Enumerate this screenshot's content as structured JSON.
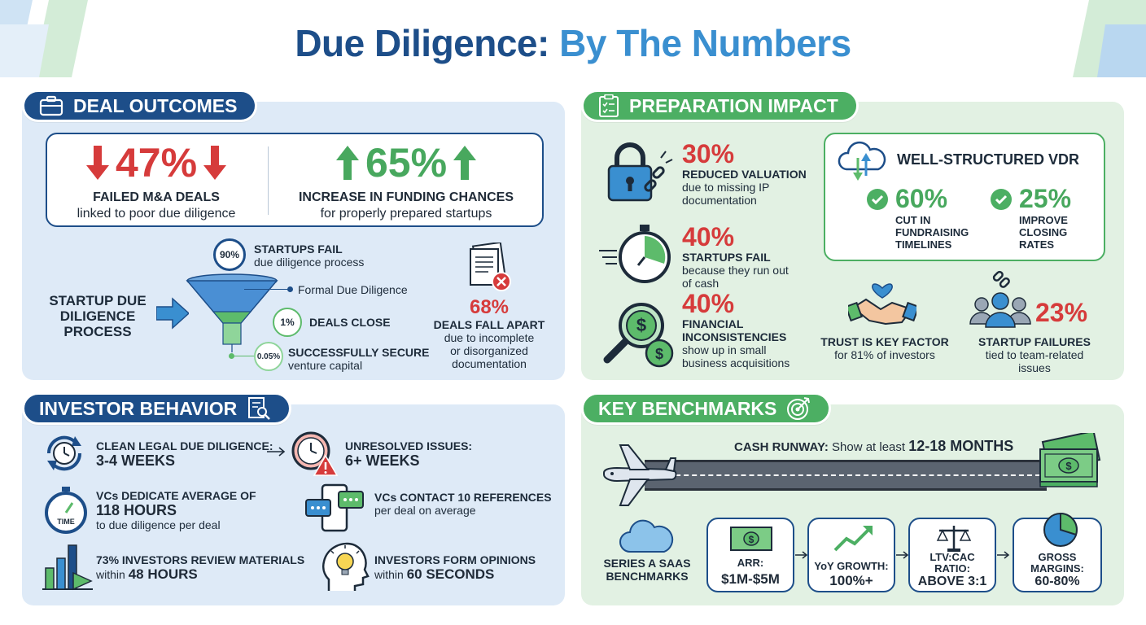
{
  "title": {
    "part1": "Due Diligence:",
    "part2": "By The Numbers"
  },
  "deal_outcomes": {
    "header": "DEAL OUTCOMES",
    "failed": {
      "value": "47%",
      "label": "FAILED M&A DEALS",
      "sub": "linked to poor due diligence"
    },
    "funding": {
      "value": "65%",
      "label": "INCREASE IN FUNDING CHANCES",
      "sub": "for properly prepared startups"
    },
    "funnel": {
      "process_label": "STARTUP DUE DILIGENCE PROCESS",
      "stage1": {
        "value": "90%",
        "label": "STARTUPS FAIL",
        "sub": "due diligence process"
      },
      "formal": "Formal Due Diligence",
      "stage2": {
        "value": "1%",
        "label": "DEALS CLOSE"
      },
      "stage3": {
        "value": "0.05%",
        "label": "SUCCESSFULLY SECURE",
        "sub": "venture capital"
      }
    },
    "fall_apart": {
      "value": "68%",
      "label": "DEALS FALL APART",
      "sub1": "due to incomplete",
      "sub2": "or disorganized",
      "sub3": "documentation"
    }
  },
  "preparation_impact": {
    "header": "PREPARATION IMPACT",
    "items": [
      {
        "value": "30%",
        "label": "REDUCED VALUATION",
        "sub1": "due to missing IP",
        "sub2": "documentation",
        "sub3": ""
      },
      {
        "value": "40%",
        "label": "STARTUPS FAIL",
        "sub1": "because they run out",
        "sub2": "of cash",
        "sub3": ""
      },
      {
        "value": "40%",
        "label": "FINANCIAL",
        "label2": "INCONSISTENCIES",
        "sub1": "show up in small",
        "sub2": "business acquisitions"
      }
    ],
    "vdr": {
      "title": "WELL-STRUCTURED VDR",
      "a": {
        "value": "60%",
        "l1": "CUT IN",
        "l2": "FUNDRAISING",
        "l3": "TIMELINES"
      },
      "b": {
        "value": "25%",
        "l1": "IMPROVE",
        "l2": "CLOSING",
        "l3": "RATES"
      }
    },
    "trust": {
      "label": "TRUST IS KEY FACTOR",
      "sub": "for 81% of investors"
    },
    "team": {
      "value": "23%",
      "label": "STARTUP FAILURES",
      "sub1": "tied to team-related",
      "sub2": "issues"
    }
  },
  "investor_behavior": {
    "header": "INVESTOR BEHAVIOR",
    "clean": {
      "label": "CLEAN LEGAL DUE DILIGENCE:",
      "value": "3-4 WEEKS"
    },
    "unresolved": {
      "label": "UNRESOLVED ISSUES:",
      "value": "6+ WEEKS"
    },
    "hours": {
      "label": "VCs DEDICATE AVERAGE OF",
      "value": "118 HOURS",
      "sub": "to due diligence per deal",
      "icon_text": "TIME"
    },
    "references": {
      "label": "VCs CONTACT 10 REFERENCES",
      "sub": "per deal on average"
    },
    "review": {
      "label": "73% INVESTORS REVIEW MATERIALS",
      "sub": "within",
      "value": "48 HOURS"
    },
    "opinions": {
      "label": "INVESTORS FORM OPINIONS",
      "sub": "within",
      "value": "60 SECONDS"
    }
  },
  "key_benchmarks": {
    "header": "KEY BENCHMARKS",
    "runway": {
      "prefix": "CASH RUNWAY:",
      "mid": "Show at least",
      "value": "12-18 MONTHS"
    },
    "series_label1": "SERIES A SAAS",
    "series_label2": "BENCHMARKS",
    "cards": [
      {
        "l1": "ARR:",
        "l2": "$1M-$5M"
      },
      {
        "l1": "YoY GROWTH:",
        "l2": "100%+"
      },
      {
        "l1": "LTV:CAC",
        "l1b": "RATIO:",
        "l2": "ABOVE 3:1"
      },
      {
        "l1": "GROSS",
        "l1b": "MARGINS:",
        "l2": "60-80%"
      }
    ]
  },
  "colors": {
    "navy": "#1d4e89",
    "blue_accent": "#3a8fd0",
    "green": "#4caf63",
    "red": "#d63b3b"
  }
}
